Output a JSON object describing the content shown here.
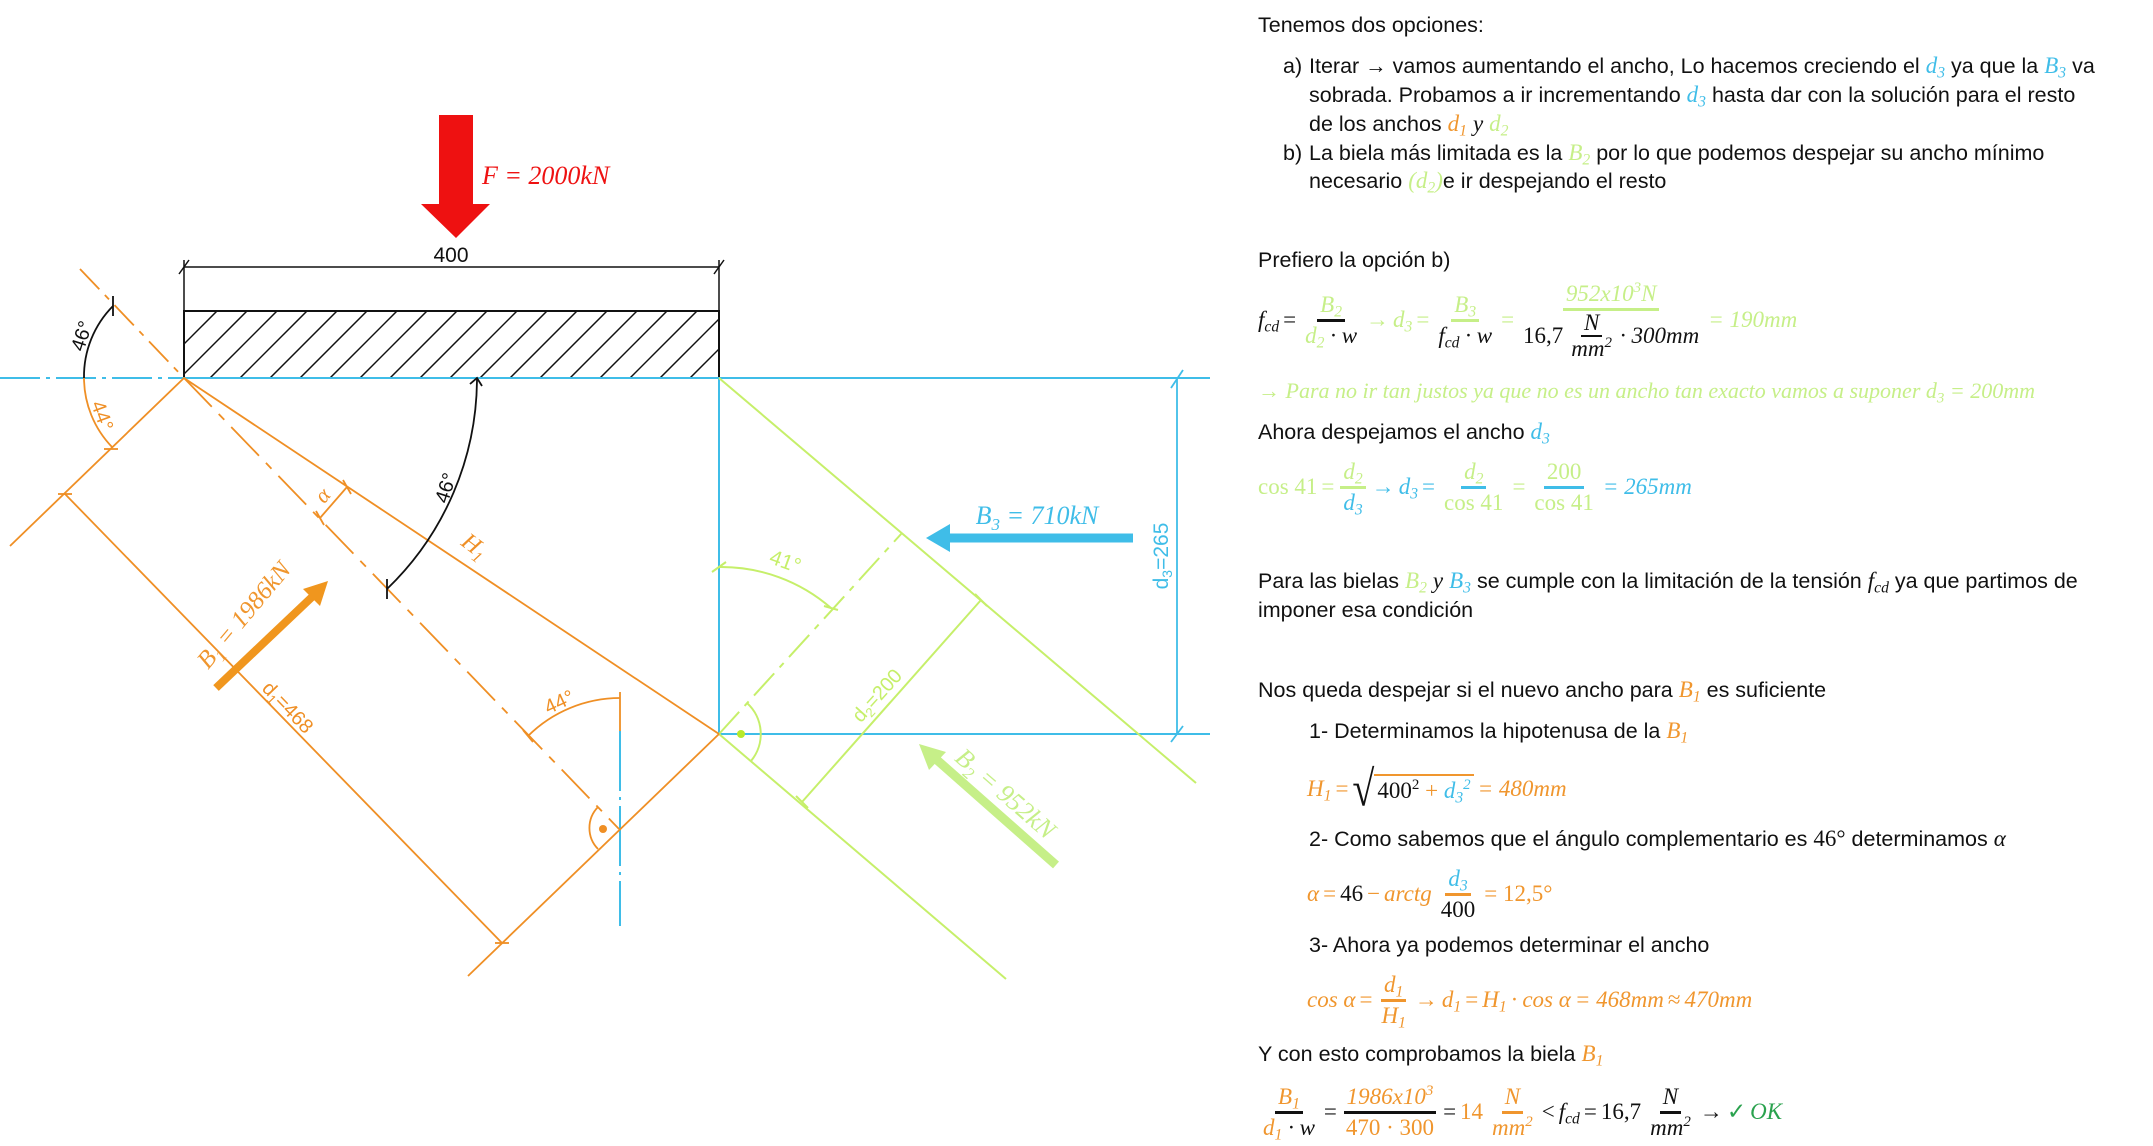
{
  "colors": {
    "orange": "#f0962e",
    "green": "#c6ef88",
    "blue": "#3fbde8",
    "red": "#ee1111",
    "ok": "#2aa24e",
    "black": "#111111"
  },
  "vars": {
    "d1": {
      "b": "d",
      "s": "1"
    },
    "d2": {
      "b": "d",
      "s": "2"
    },
    "d3": {
      "b": "d",
      "s": "3"
    },
    "B1": {
      "b": "B",
      "s": "1"
    },
    "B2": {
      "b": "B",
      "s": "2"
    },
    "B3": {
      "b": "B",
      "s": "3"
    },
    "H1": {
      "b": "H",
      "s": "1"
    },
    "fcd": {
      "b": "f",
      "s": "cd"
    },
    "alpha": "α",
    "w": "w"
  },
  "sym": {
    "eq": "=",
    "arrow": "→",
    "dot": "·",
    "plus": "+",
    "minus": "−",
    "lt": "<",
    "approx": "≈",
    "two": "2",
    "three": "3",
    "y": "y",
    "po": "(",
    "pc": ")"
  },
  "text": {
    "intro": "Tenemos dos opciones:",
    "a_label": "a)",
    "a_l1a": "Iterar → vamos aumentando el ancho, Lo hacemos creciendo el",
    "a_l1b": "ya que la",
    "a_l1c": "va",
    "a_l2a": "sobrada. Probamos a ir incrementando",
    "a_l2b": "hasta dar con la solución para el resto",
    "a_l3a": "de los anchos",
    "b_label": "b)",
    "b_l1a": "La biela más limitada es la",
    "b_l1b": "por lo que podemos despejar su ancho mínimo",
    "b_l2a": "necesario",
    "b_l2b": "e ir despejando el resto",
    "prefiero": "Prefiero la opción b)",
    "suponer": "→ Para no ir tan justos ya que no es un ancho tan exacto vamos a suponer",
    "suponer_val": "= 200mm",
    "ahora": "Ahora despejamos el ancho",
    "para_l1a": "Para las bielas",
    "para_l1b": "se cumple con la limitación de la tensión",
    "para_l1c": "ya que partimos de",
    "para_l2": "imponer esa condición",
    "nos_a": "Nos queda despejar si el nuevo ancho para",
    "nos_b": "es suficiente",
    "step1": "1- Determinamos la hipotenusa de la",
    "step2a": "2- Como sabemos que el ángulo complementario es",
    "step2_deg": "46°",
    "step2b": "determinamos",
    "step3": "3- Ahora ya podemos determinar el ancho",
    "ycon": "Y con esto comprobamos la biela"
  },
  "eq1": {
    "num": "952x10",
    "exp": "3",
    "numN": "N",
    "coef": "16,7",
    "N": "N",
    "mm": "mm",
    "tail": "· 300mm",
    "res": "= 190mm"
  },
  "eq2": {
    "cos41": "cos 41",
    "v200": "200",
    "res": "= 265mm"
  },
  "eqH": {
    "v400": "400",
    "res": "= 480mm"
  },
  "eqA": {
    "v46": "46",
    "arctg": "arctg",
    "v400": "400",
    "res": "= 12,5°"
  },
  "eqC": {
    "cos": "cos",
    "res": "= 468mm",
    "res2": "470mm"
  },
  "eqF": {
    "num": "1986x10",
    "den": "470 · 300",
    "v14": "14",
    "N": "N",
    "mm": "mm",
    "v167": "16,7",
    "check": "✓",
    "ok": "OK"
  },
  "diagram": {
    "force_label": "F = 2000kN",
    "width_dim": "400",
    "angle_46_left": "46°",
    "angle_44_left": "44°",
    "angle_46_main": "46°",
    "angle_44_bottom": "44°",
    "angle_41": "41°",
    "alpha": "α",
    "H1": {
      "b": "H",
      "s": "1"
    },
    "B1_label": {
      "b": "B",
      "s": "1",
      "rest": " = 1986kN"
    },
    "B2_label": {
      "b": "B",
      "s": "2",
      "rest": " = 952kN"
    },
    "B3_label": {
      "b": "B",
      "s": "3",
      "rest": " = 710kN"
    },
    "d1_label": {
      "b": "d",
      "s": "1",
      "rest": "=468"
    },
    "d2_label": {
      "b": "d",
      "s": "2",
      "rest": "=200"
    },
    "d3_label": {
      "b": "d",
      "s": "3",
      "rest": "=265"
    }
  }
}
